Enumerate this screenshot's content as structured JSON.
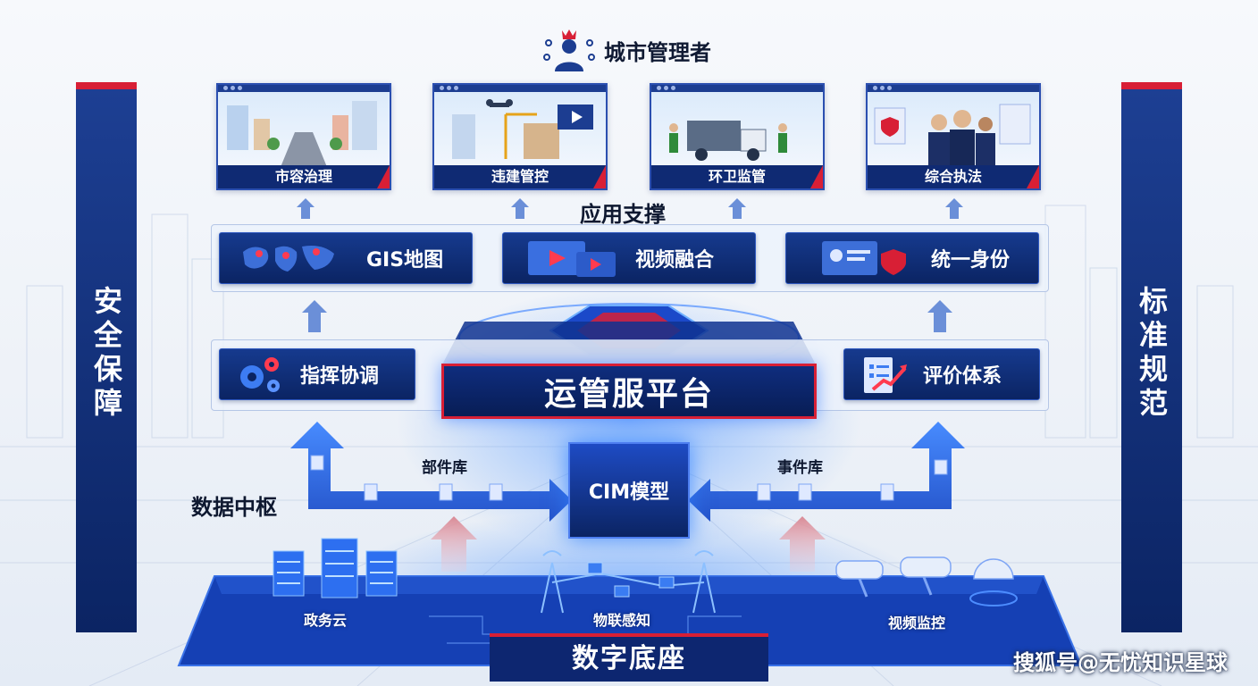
{
  "top_user": {
    "label": "城市管理者",
    "icon": "manager-icon"
  },
  "pillars": {
    "left": "安全保障",
    "right": "标准规范"
  },
  "applications": [
    {
      "label": "市容治理",
      "icon": "street-scene-icon"
    },
    {
      "label": "违建管控",
      "icon": "construction-drone-icon"
    },
    {
      "label": "环卫监管",
      "icon": "garbage-truck-icon"
    },
    {
      "label": "综合执法",
      "icon": "police-officers-icon"
    }
  ],
  "support_layer": {
    "label": "应用支撑",
    "modules": [
      {
        "label": "GIS地图",
        "icon": "world-map-icon"
      },
      {
        "label": "视频融合",
        "icon": "video-play-icon"
      },
      {
        "label": "统一身份",
        "icon": "id-card-icon"
      }
    ]
  },
  "platform_layer": {
    "left": {
      "label": "指挥协调",
      "icon": "gears-icon"
    },
    "core": "运管服平台",
    "right": {
      "label": "评价体系",
      "icon": "evaluation-chart-icon"
    }
  },
  "data_hub": {
    "label": "数据中枢",
    "left_flow": "部件库",
    "right_flow": "事件库",
    "model": "CIM模型"
  },
  "base": {
    "title": "数字底座",
    "items": [
      {
        "label": "政务云",
        "icon": "server-stack-icon"
      },
      {
        "label": "物联感知",
        "icon": "signal-tower-icon"
      },
      {
        "label": "视频监控",
        "icon": "cctv-camera-icon"
      }
    ]
  },
  "watermark": "搜狐号@无忧知识星球",
  "colors": {
    "navy": "#0b2463",
    "blue": "#1c3d91",
    "red": "#d81f35",
    "glow": "#3d8bff"
  }
}
